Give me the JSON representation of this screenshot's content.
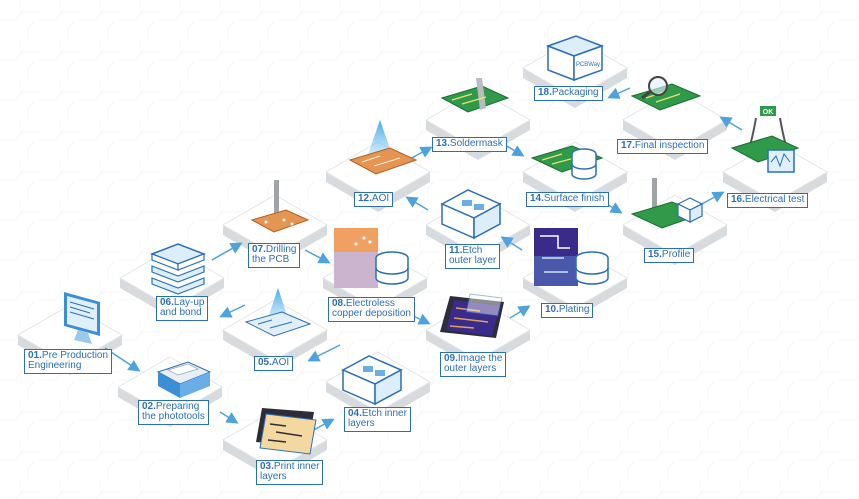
{
  "steps": [
    {
      "num": "01.",
      "lines": [
        "Pre Production",
        "Engineering"
      ],
      "icon": "monitor-icon"
    },
    {
      "num": "02.",
      "lines": [
        "Preparing",
        "the phototools"
      ],
      "icon": "printer-icon"
    },
    {
      "num": "03.",
      "lines": [
        "Print inner",
        "layers"
      ],
      "icon": "film-layers-icon"
    },
    {
      "num": "04.",
      "lines": [
        "Etch inner",
        "layers"
      ],
      "icon": "etch-tank-icon"
    },
    {
      "num": "05.",
      "lines": [
        "AOI"
      ],
      "icon": "aoi-scanner-icon"
    },
    {
      "num": "06.",
      "lines": [
        "Lay-up",
        "and bond"
      ],
      "icon": "layer-stack-icon"
    },
    {
      "num": "07.",
      "lines": [
        "Drilling",
        "the PCB"
      ],
      "icon": "drill-icon"
    },
    {
      "num": "08.",
      "lines": [
        "Electroless",
        "copper deposition"
      ],
      "icon": "copper-bath-icon"
    },
    {
      "num": "09.",
      "lines": [
        "Image the",
        "outer layers"
      ],
      "icon": "outer-layer-image-icon"
    },
    {
      "num": "10.",
      "lines": [
        "Plating"
      ],
      "icon": "plating-icon"
    },
    {
      "num": "11.",
      "lines": [
        "Etch",
        "outer layer"
      ],
      "icon": "etch-tank-icon"
    },
    {
      "num": "12.",
      "lines": [
        "AOI"
      ],
      "icon": "aoi-scanner-icon"
    },
    {
      "num": "13.",
      "lines": [
        "Soldermask"
      ],
      "icon": "soldermask-squeegee-icon"
    },
    {
      "num": "14.",
      "lines": [
        "Surface finish"
      ],
      "icon": "surface-finish-icon"
    },
    {
      "num": "15.",
      "lines": [
        "Profile"
      ],
      "icon": "router-profile-icon"
    },
    {
      "num": "16.",
      "lines": [
        "Electrical test"
      ],
      "icon": "electrical-test-icon"
    },
    {
      "num": "17.",
      "lines": [
        "Final inspection"
      ],
      "icon": "magnifier-icon"
    },
    {
      "num": "18.",
      "lines": [
        "Packaging"
      ],
      "icon": "package-box-icon"
    }
  ],
  "package_box_text": "PCBWay",
  "test_probe_text": "OK",
  "colors": {
    "label_border": "#2c6fb8",
    "label_text": "#2c6fb8",
    "tile_top": "#ffffff",
    "tile_side": "#d8dbde",
    "arrow": "#4da3e0",
    "pcb_green": "#2e9a4a",
    "pcb_copper": "#e0904a",
    "pcb_purple": "#3a2a8a",
    "icon_blue": "#6aaee8"
  }
}
